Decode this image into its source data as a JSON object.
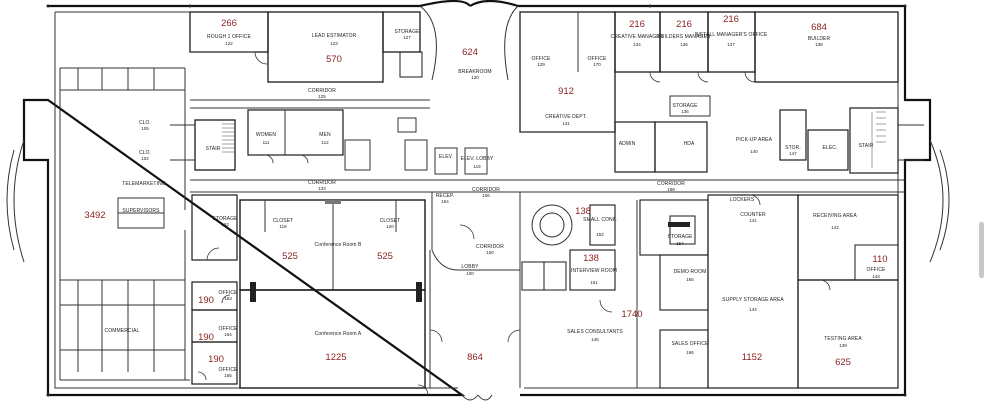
{
  "rooms": [
    {
      "key": "tele",
      "label": "TELEMARKETING",
      "num": "",
      "area": ""
    },
    {
      "key": "sup",
      "label": "SUPERVISORS",
      "num": "",
      "area": "3492"
    },
    {
      "key": "commercial",
      "label": "COMMERCIAL",
      "num": "",
      "area": ""
    },
    {
      "key": "office163a",
      "label": "OFFICE",
      "num": "163",
      "area": "190"
    },
    {
      "key": "office164",
      "label": "OFFICE",
      "num": "164",
      "area": "190"
    },
    {
      "key": "office165",
      "label": "OFFICE",
      "num": "165",
      "area": "190"
    },
    {
      "key": "storage163",
      "label": "STORAGE",
      "num": "163",
      "area": ""
    },
    {
      "key": "closet118",
      "label": "CLOSET",
      "num": "118",
      "area": ""
    },
    {
      "key": "confb",
      "label": "Conference Room B",
      "num": "",
      "area": "525"
    },
    {
      "key": "closet120",
      "label": "CLOSET",
      "num": "120",
      "area": "525"
    },
    {
      "key": "confa",
      "label": "Conference Room A",
      "num": "",
      "area": "1225"
    },
    {
      "key": "rough",
      "label": "ROUGH 1 OFFICE",
      "num": "122",
      "area": "266"
    },
    {
      "key": "lead",
      "label": "LEAD ESTIMATOR",
      "num": "123",
      "area": "570"
    },
    {
      "key": "storage127",
      "label": "STORAGE",
      "num": "127",
      "area": ""
    },
    {
      "key": "breakroom",
      "label": "BREAKROOM",
      "num": "130",
      "area": "624"
    },
    {
      "key": "office129",
      "label": "OFFICE",
      "num": "129",
      "area": ""
    },
    {
      "key": "office170",
      "label": "OFFICE",
      "num": "170",
      "area": ""
    },
    {
      "key": "creative",
      "label": "CREATIVE DEPT.",
      "num": "131",
      "area": "912"
    },
    {
      "key": "creativemgr",
      "label": "CREATIVE MANAGER",
      "num": "134",
      "area": "216"
    },
    {
      "key": "buildermgr",
      "label": "BUILDERS MANAGER",
      "num": "136",
      "area": "216"
    },
    {
      "key": "install",
      "label": "INSTALL MANAGER'S OFFICE",
      "num": "137",
      "area": "216"
    },
    {
      "key": "builder",
      "label": "BUILDER",
      "num": "138",
      "area": "684"
    },
    {
      "key": "storage136",
      "label": "STORAGE",
      "num": "136",
      "area": ""
    },
    {
      "key": "corr125",
      "label": "CORRIDOR",
      "num": "125",
      "area": ""
    },
    {
      "key": "women",
      "label": "WOMEN",
      "num": "111",
      "area": ""
    },
    {
      "key": "men",
      "label": "MEN",
      "num": "112",
      "area": ""
    },
    {
      "key": "corr133",
      "label": "CORRIDOR",
      "num": "133",
      "area": ""
    },
    {
      "key": "corr106",
      "label": "CORRIDOR",
      "num": "106",
      "area": ""
    },
    {
      "key": "corr150",
      "label": "CORRIDOR",
      "num": "150",
      "area": ""
    },
    {
      "key": "recep",
      "label": "RECEP.",
      "num": "154",
      "area": ""
    },
    {
      "key": "lobby",
      "label": "LOBBY",
      "num": "100",
      "area": "864"
    },
    {
      "key": "smallconf",
      "label": "SMALL CONF.",
      "num": "152",
      "area": "138"
    },
    {
      "key": "interview",
      "label": "INTERVIEW ROOM",
      "num": "151",
      "area": "138"
    },
    {
      "key": "sales",
      "label": "SALES CONSULTANTS",
      "num": "145",
      "area": "1740"
    },
    {
      "key": "corr158",
      "label": "CORRIDOR",
      "num": "158",
      "area": ""
    },
    {
      "key": "lockers",
      "label": "LOCKERS",
      "num": "",
      "area": ""
    },
    {
      "key": "counter",
      "label": "COUNTER",
      "num": "141",
      "area": ""
    },
    {
      "key": "supply",
      "label": "SUPPLY STORAGE AREA",
      "num": "144",
      "area": "1152"
    },
    {
      "key": "receiving",
      "label": "RECEIVING AREA",
      "num": "142",
      "area": ""
    },
    {
      "key": "office143",
      "label": "OFFICE",
      "num": "143",
      "area": "110"
    },
    {
      "key": "testing",
      "label": "TESTING AREA",
      "num": "139",
      "area": "625"
    },
    {
      "key": "pickup",
      "label": "PICK-UP AREA",
      "num": "140",
      "area": ""
    },
    {
      "key": "stor",
      "label": "STOR.",
      "num": "147",
      "area": ""
    },
    {
      "key": "elec",
      "label": "ELEC.",
      "num": "",
      "area": ""
    },
    {
      "key": "stair",
      "label": "STAIR",
      "num": "",
      "area": ""
    },
    {
      "key": "admin",
      "label": "ADMIN",
      "num": "",
      "area": ""
    },
    {
      "key": "hda",
      "label": "HDA",
      "num": "",
      "area": ""
    },
    {
      "key": "storage154",
      "label": "STORAGE",
      "num": "154",
      "area": ""
    },
    {
      "key": "demo",
      "label": "DEMO ROOM",
      "num": "165",
      "area": ""
    },
    {
      "key": "salesoffice",
      "label": "SALES OFFICE",
      "num": "166",
      "area": ""
    },
    {
      "key": "clo1",
      "label": "CLO.",
      "num": "105",
      "area": ""
    },
    {
      "key": "clo2",
      "label": "CLO.",
      "num": "102",
      "area": ""
    },
    {
      "key": "elev",
      "label": "ELEV.",
      "num": "",
      "area": ""
    },
    {
      "key": "elevlobby",
      "label": "ELEV. LOBBY",
      "num": "119",
      "area": ""
    }
  ]
}
